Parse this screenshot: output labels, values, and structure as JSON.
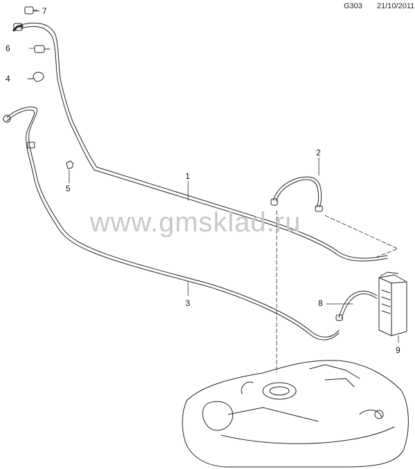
{
  "header": {
    "code": "G303",
    "date": "21/10/2011"
  },
  "watermark": "www.gmsklad.ru",
  "callouts": [
    "1",
    "2",
    "3",
    "4",
    "5",
    "6",
    "7",
    "8",
    "9"
  ]
}
